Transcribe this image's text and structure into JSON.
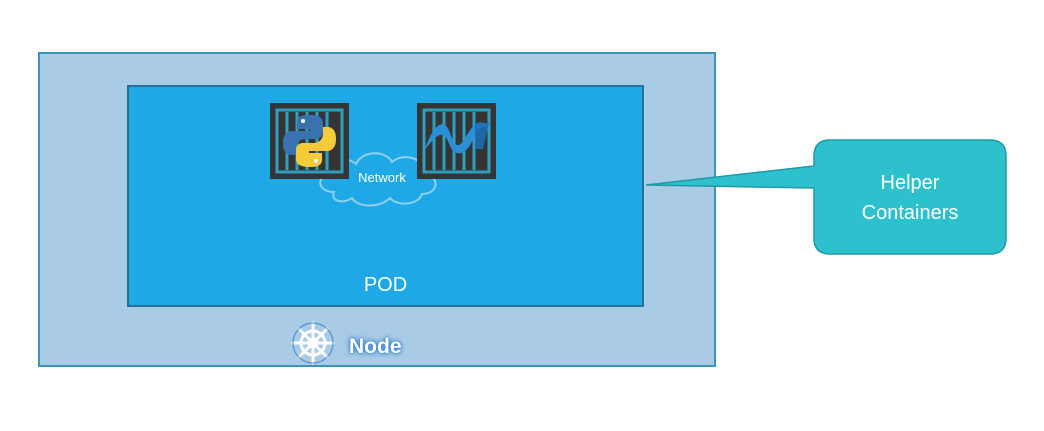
{
  "network": {
    "label": "Network"
  },
  "pod": {
    "label": "POD"
  },
  "node": {
    "label": "Node",
    "icon": "kubernetes-helm-icon"
  },
  "callout": {
    "line1": "Helper",
    "line2": "Containers"
  },
  "containers": [
    {
      "icon": "python-logo-icon"
    },
    {
      "icon": "dotnet-logo-icon"
    }
  ],
  "colors": {
    "node_fill": "#a9cbe6",
    "pod_fill": "#1ea9e6",
    "callout_fill": "#2cc1cc",
    "container_fill": "#353535",
    "container_stripe": "#2f9fbf"
  }
}
